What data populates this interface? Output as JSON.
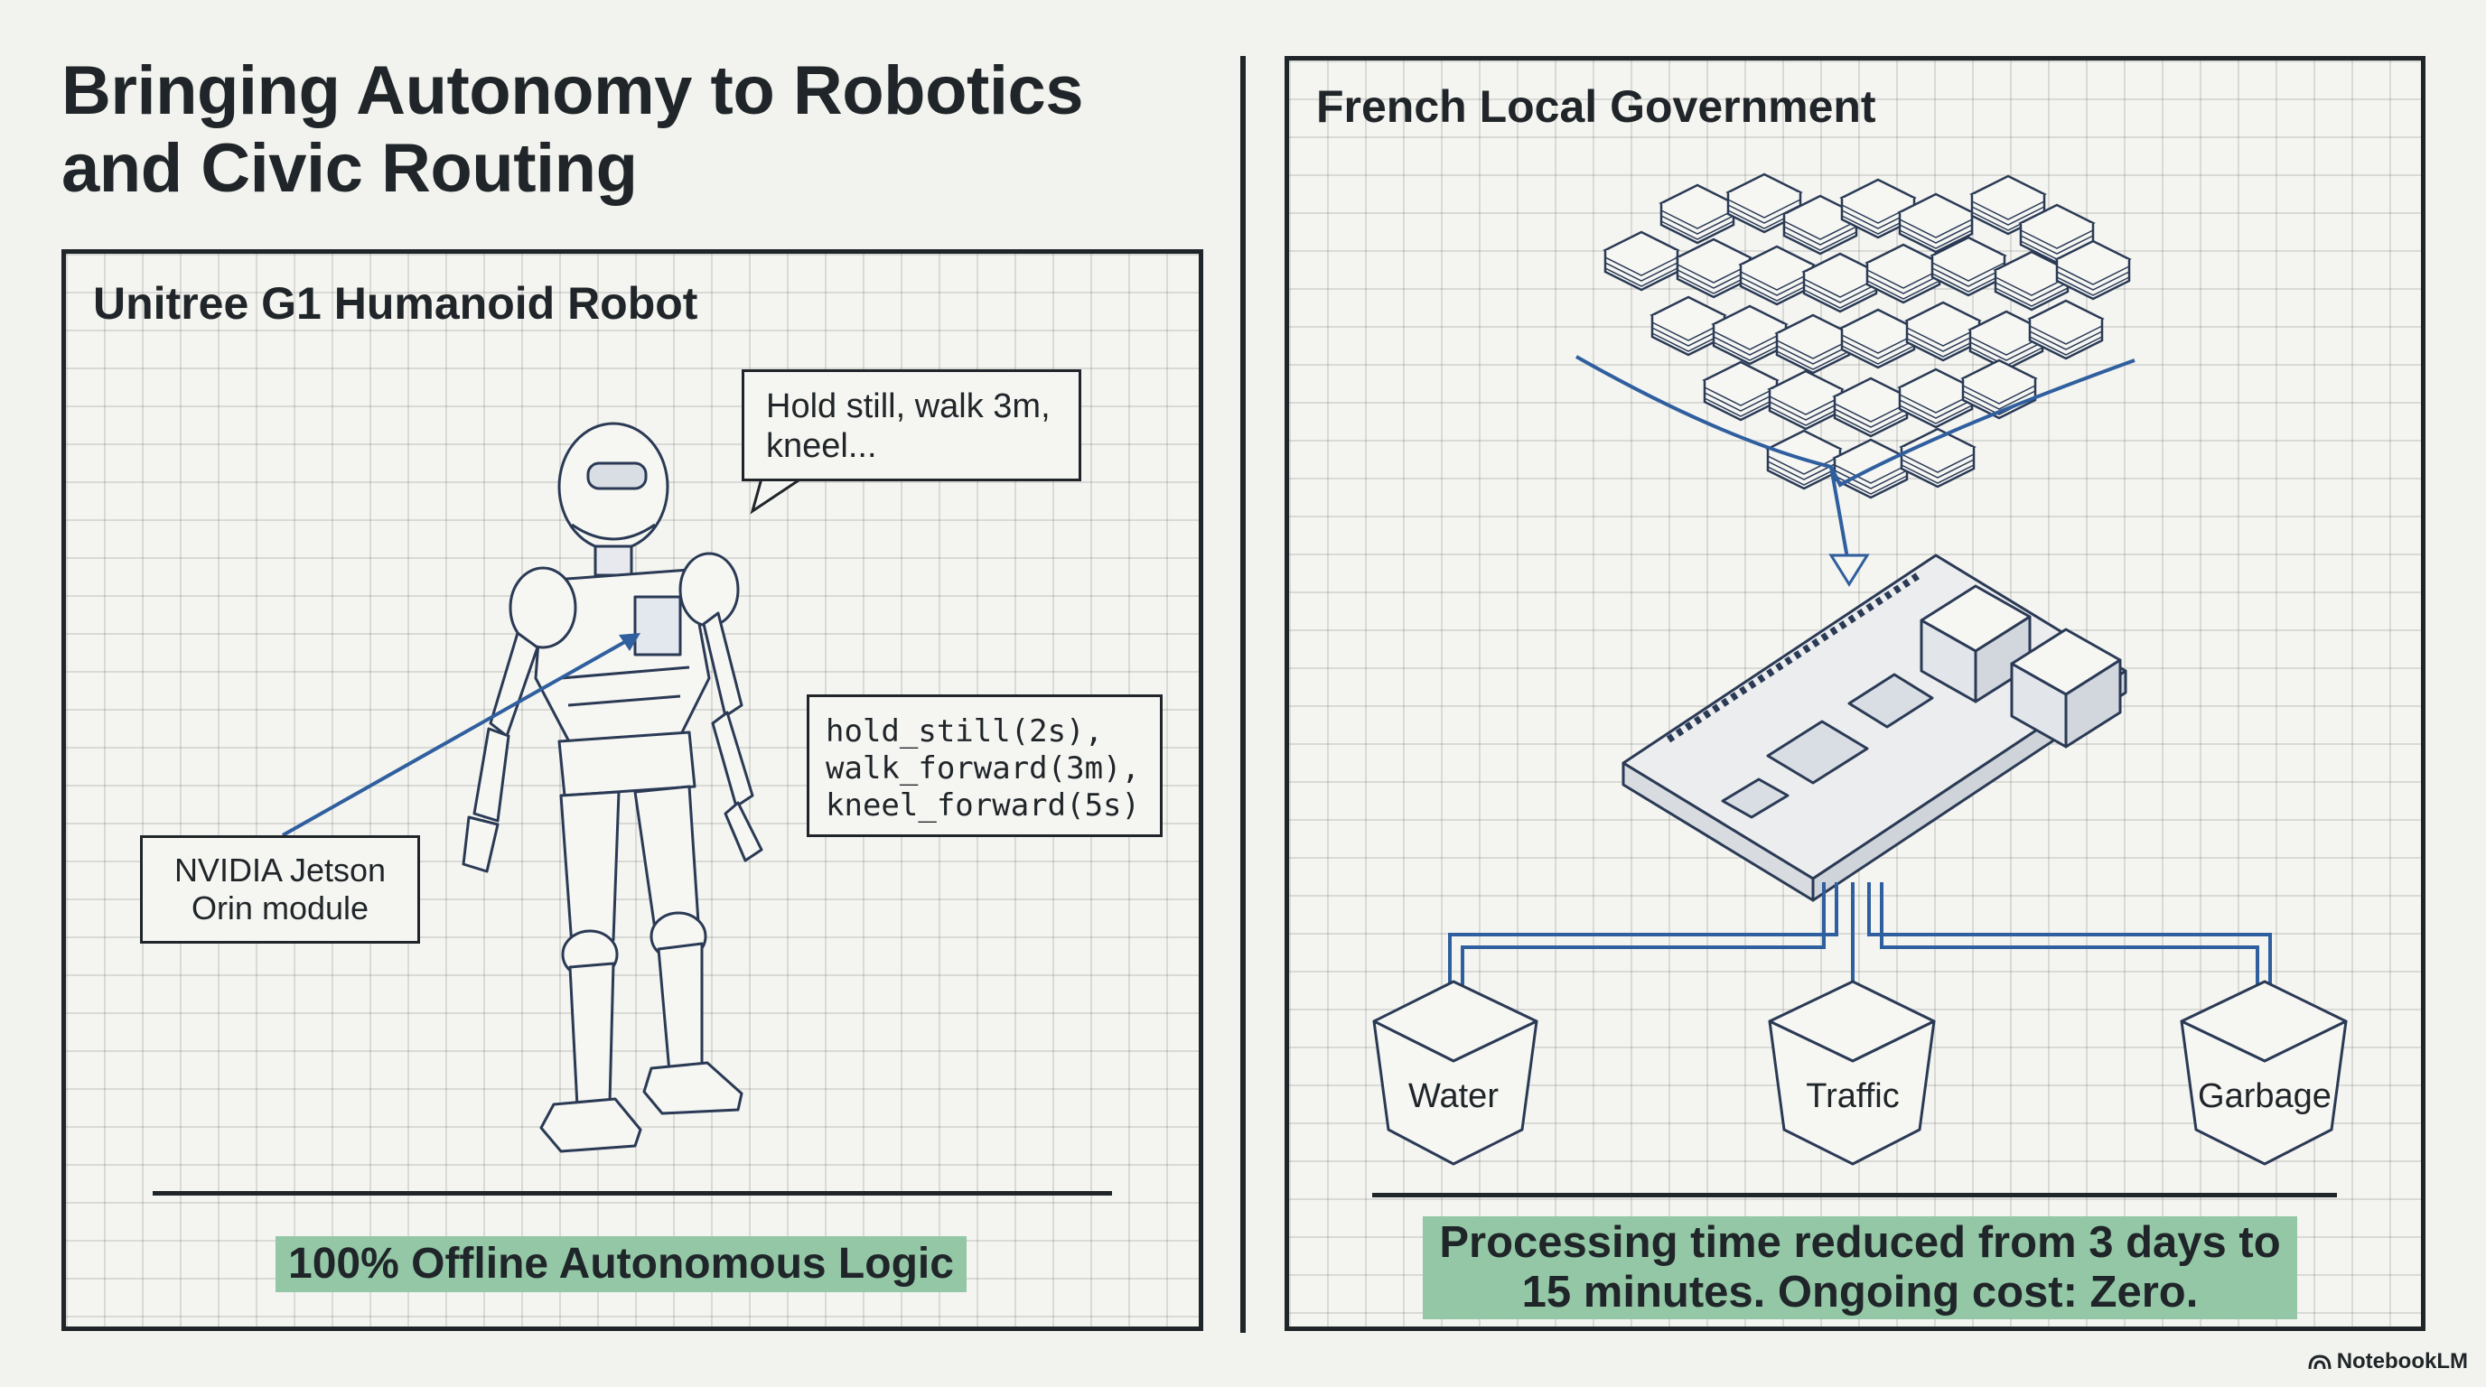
{
  "title": "Bringing Autonomy to Robotics\nand Civic Routing",
  "left_panel": {
    "title": "Unitree G1 Humanoid Robot",
    "speech": "Hold still, walk 3m,\nkneel...",
    "code": "hold_still(2s),\nwalk_forward(3m),\nkneel_forward(5s)",
    "module_label": "NVIDIA Jetson\nOrin module",
    "highlight": "100% Offline Autonomous Logic"
  },
  "right_panel": {
    "title": "French Local Government",
    "bins": [
      "Water",
      "Traffic",
      "Garbage"
    ],
    "highlight": "Processing time reduced from 3 days to\n15 minutes. Ongoing cost: Zero."
  },
  "icons": {
    "robot": "humanoid-robot-icon",
    "envelopes": "envelope-stack-icon",
    "board": "single-board-computer-icon",
    "watermark": "notebooklm-logo-icon"
  },
  "colors": {
    "ink": "#1f2528",
    "accent_blue": "#2f5f9e",
    "highlight": "#93c7a6",
    "grid": "#d8d8d4"
  },
  "watermark": "NotebookLM"
}
